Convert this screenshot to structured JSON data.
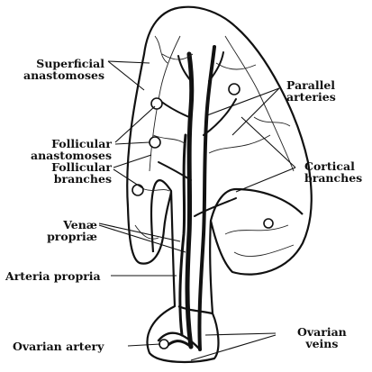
{
  "labels": {
    "superficial_anastomoses": [
      "Superficial",
      "anastomoses"
    ],
    "parallel_arteries": [
      "Parallel",
      "arteries"
    ],
    "follicular_anastomoses": [
      "Follicular",
      "anastomoses"
    ],
    "follicular_branches": [
      "Follicular",
      "branches"
    ],
    "cortical_branches": [
      "Cortical",
      "branches"
    ],
    "venae_propriae": [
      "Venæ",
      "propriæ"
    ],
    "arteria_propria": "Arteria propria",
    "ovarian_artery": "Ovarian artery",
    "ovarian_veins": [
      "Ovarian",
      "veins"
    ]
  }
}
